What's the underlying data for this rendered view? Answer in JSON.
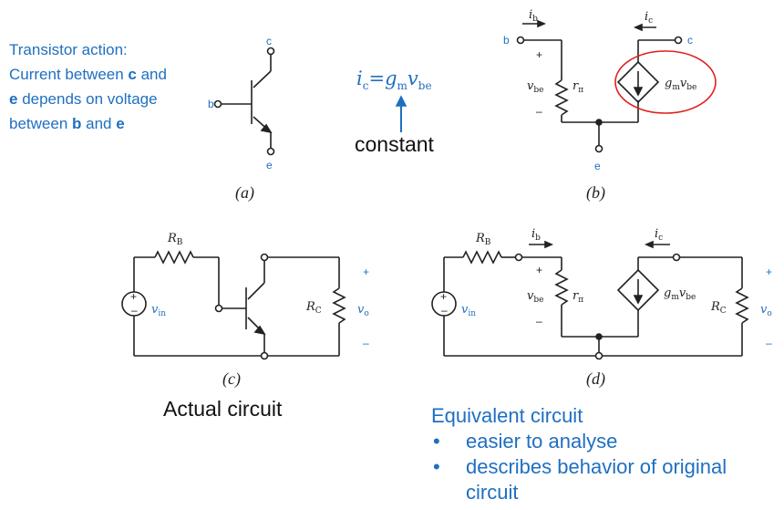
{
  "description": {
    "line1": "Transistor action:",
    "line2a": "Current between ",
    "line2b": "c",
    "line2c": " and",
    "line3a": "e",
    "line3b": " depends on voltage",
    "line4a": "between ",
    "line4b": "b",
    "line4c": " and ",
    "line4d": "e"
  },
  "terminals": {
    "c": "c",
    "b": "b",
    "e": "e"
  },
  "equation": {
    "lhs_i": "i",
    "lhs_sub": "c",
    "eq": "=",
    "g": "g",
    "g_sub": "m",
    "v": "v",
    "v_sub": "be"
  },
  "constant_label": "constant",
  "captions": {
    "a": "(a)",
    "b": "(b)",
    "c": "(c)",
    "d": "(d)"
  },
  "labels": {
    "ib": "i",
    "ib_sub": "b",
    "ic": "i",
    "ic_sub": "c",
    "vbe": "v",
    "vbe_sub": "be",
    "rpi": "r",
    "rpi_sub": "π",
    "gm": "g",
    "gm_sub": "m",
    "gm_v": "v",
    "gm_vsub": "be",
    "rb": "R",
    "rb_sub": "B",
    "rc": "R",
    "rc_sub": "C",
    "vin": "v",
    "vin_sub": "in",
    "vo": "v",
    "vo_sub": "o",
    "plus": "+",
    "minus": "–"
  },
  "actual_circuit": "Actual circuit",
  "equivalent": {
    "title": "Equivalent circuit",
    "items": [
      "easier to analyse",
      "describes behavior of original circuit"
    ]
  },
  "colors": {
    "accent": "#1f6fc1",
    "highlight": "#e02020"
  }
}
